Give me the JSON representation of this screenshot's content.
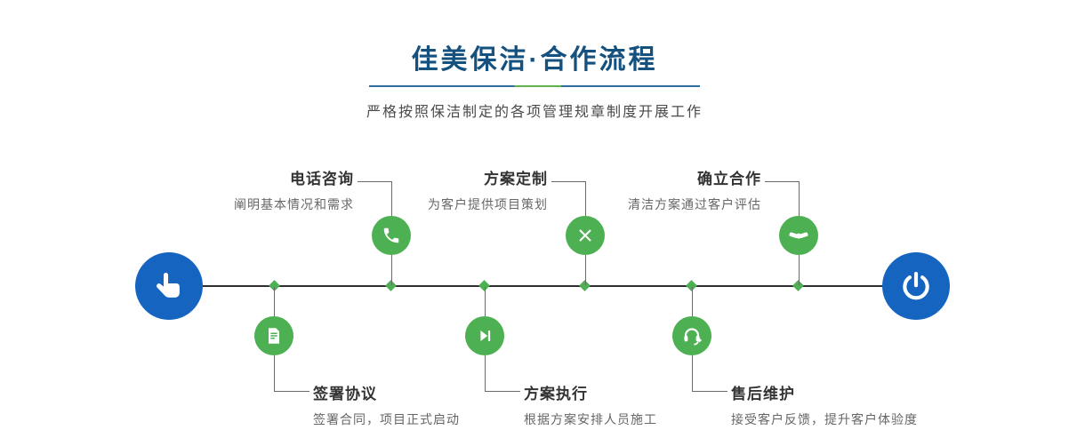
{
  "header": {
    "title": "佳美保洁·合作流程",
    "subtitle": "严格按照保洁制定的各项管理规章制度开展工作"
  },
  "colors": {
    "title_blue": "#15517f",
    "node_green": "#4db052",
    "endpoint_blue": "#1565c0",
    "divider_green": "#61b24b",
    "axis_dark": "#2f2f2f"
  },
  "icons": {
    "start": "pointing-hand-icon",
    "end": "power-icon",
    "top_steps": [
      "phone-icon",
      "pen-ruler-icon",
      "handshake-icon"
    ],
    "bottom_steps": [
      "document-pen-icon",
      "play-step-icon",
      "headset-support-icon"
    ]
  },
  "steps": {
    "top": [
      {
        "title": "电话咨询",
        "desc": "阐明基本情况和需求"
      },
      {
        "title": "方案定制",
        "desc": "为客户提供项目策划"
      },
      {
        "title": "确立合作",
        "desc": "清洁方案通过客户评估"
      }
    ],
    "bottom": [
      {
        "title": "签署协议",
        "desc": "签署合同，项目正式启动"
      },
      {
        "title": "方案执行",
        "desc": "根据方案安排人员施工"
      },
      {
        "title": "售后维护",
        "desc": "接受客户反馈，提升客户体验度"
      }
    ]
  }
}
